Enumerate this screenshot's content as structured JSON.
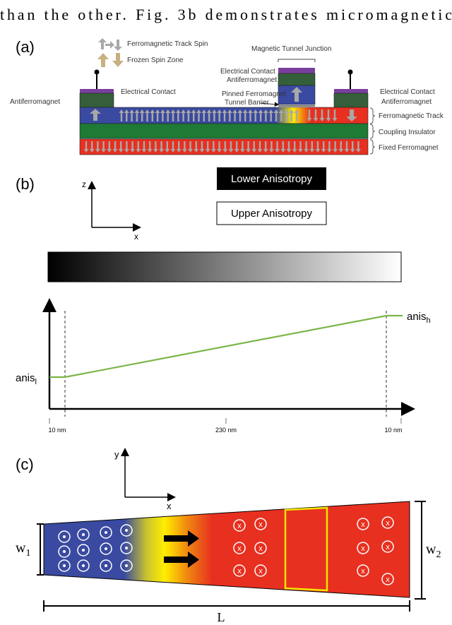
{
  "body_text": {
    "line": "than the other. Fig. 3b demonstrates micromagnetic"
  },
  "panel_a": {
    "label": "(a)",
    "legend_track_spin": "Ferromagnetic Track Spin",
    "legend_frozen_spin": "Frozen Spin Zone",
    "mtj_title": "Magnetic Tunnel Junction",
    "left_contact": "Electrical Contact",
    "left_antiferromagnet": "Antiferromagnet",
    "mtj_contact": "Electrical Contact",
    "mtj_antiferromagnet": "Antiferromagnet",
    "pinned_ferromagnet": "Pinned Ferromagnet",
    "tunnel_barrier": "Tunnel Barrier",
    "right_contact": "Electrical Contact",
    "right_antiferromagnet": "Antiferromagnet",
    "layer_track": "Ferromagnetic Track",
    "layer_insulator": "Coupling Insulator",
    "layer_fixed": "Fixed Ferromagnet",
    "colors": {
      "track_blue": "#3a4aa0",
      "track_red": "#e83020",
      "insulator_green": "#1e7a35",
      "contact_purple": "#7a3f9d",
      "af_green": "#355f3a"
    }
  },
  "panel_b": {
    "label": "(b)",
    "axis_z": "z",
    "axis_x": "x",
    "lower_anisotropy": "Lower Anisotropy",
    "upper_anisotropy": "Upper Anisotropy",
    "anis_low_base": "anis",
    "anis_low_sub": "l",
    "anis_high_base": "anis",
    "anis_high_sub": "h",
    "tick_left": "10 nm",
    "tick_mid": "230 nm",
    "tick_right": "10 nm",
    "line_color": "#7ab648"
  },
  "panel_c": {
    "label": "(c)",
    "axis_y": "y",
    "axis_x": "x",
    "w1_base": "w",
    "w1_sub": "1",
    "w2_base": "w",
    "w2_sub": "2",
    "length_label": "L",
    "cross_glyph": "x"
  }
}
